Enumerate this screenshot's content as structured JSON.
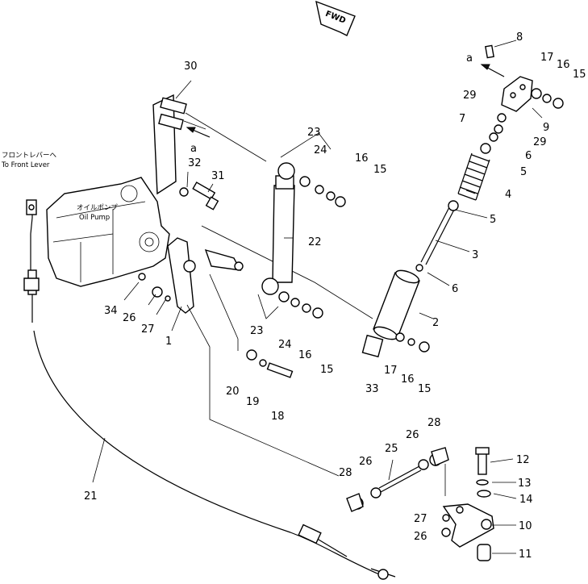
{
  "diagram": {
    "fwd_label": "FWD",
    "arrow_marker_a1": "a",
    "arrow_marker_a2": "a",
    "front_lever_jp": "フロントレバーへ",
    "front_lever_en": "To Front Lever",
    "oil_pump_jp": "オイルポンプ",
    "oil_pump_en": "Oil Pump",
    "part_numbers": {
      "p1": "1",
      "p2": "2",
      "p3": "3",
      "p4": "4",
      "p5a": "5",
      "p5b": "5",
      "p6a": "6",
      "p6b": "6",
      "p7": "7",
      "p8": "8",
      "p9": "9",
      "p10": "10",
      "p11": "11",
      "p12": "12",
      "p13": "13",
      "p14": "14",
      "p15a": "15",
      "p15b": "15",
      "p15c": "15",
      "p15d": "15",
      "p16a": "16",
      "p16b": "16",
      "p16c": "16",
      "p16d": "16",
      "p17a": "17",
      "p17b": "17",
      "p18": "18",
      "p19": "19",
      "p20": "20",
      "p21": "21",
      "p22": "22",
      "p23a": "23",
      "p23b": "23",
      "p24a": "24",
      "p24b": "24",
      "p25": "25",
      "p26a": "26",
      "p26b": "26",
      "p26c": "26",
      "p27a": "27",
      "p27b": "27",
      "p28a": "28",
      "p28b": "28",
      "p29a": "29",
      "p29b": "29",
      "p30": "30",
      "p31": "31",
      "p32": "32",
      "p33": "33",
      "p34": "34"
    }
  }
}
